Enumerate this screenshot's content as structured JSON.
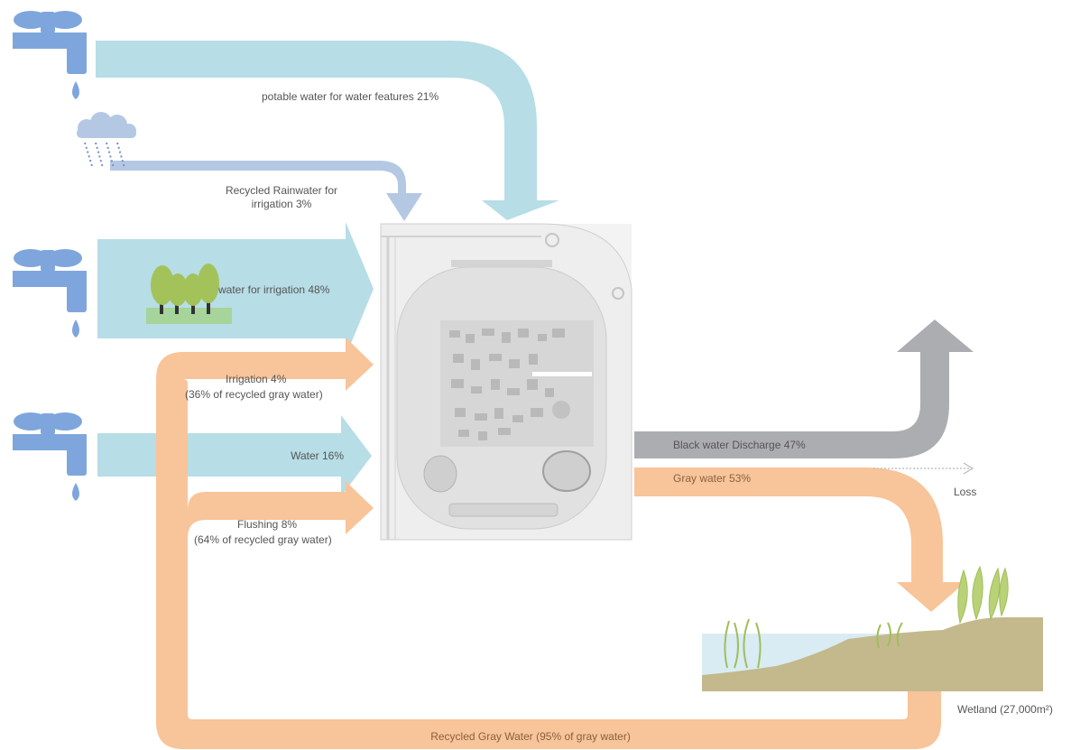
{
  "flows": {
    "potable_water_features": "potable water for water features  21%",
    "rainwater_line1": "Recycled Rainwater for",
    "rainwater_line2": "irrigation 3%",
    "water_irrigation": "water for irrigation 48%",
    "irrigation_gray_line1": "Irrigation 4%",
    "irrigation_gray_line2": "(36% of recycled gray water)",
    "water_16": "Water 16%",
    "flushing_line1": "Flushing 8%",
    "flushing_line2": "(64% of recycled gray water)",
    "black_water": "Black water Discharge 47%",
    "gray_water": "Gray water 53%",
    "loss": "Loss",
    "recycled_gray": "Recycled Gray Water (95% of gray water)",
    "wetland": "Wetland (27,000m²)"
  },
  "colors": {
    "potable": "#b7dde6",
    "rain": "#b4c8e4",
    "gray_water": "#f8c499",
    "black_water": "#acadb1",
    "faucet": "#7ea6dc",
    "tree": "#a3c25a",
    "grass": "#a6d49a",
    "wetland_soil": "#c4b98c",
    "wetland_water": "#d9ecf3",
    "reed": "#b9d277"
  },
  "icons": [
    "faucet-icon",
    "rain-cloud-icon",
    "trees-icon",
    "building-plan",
    "wetland-illustration"
  ]
}
